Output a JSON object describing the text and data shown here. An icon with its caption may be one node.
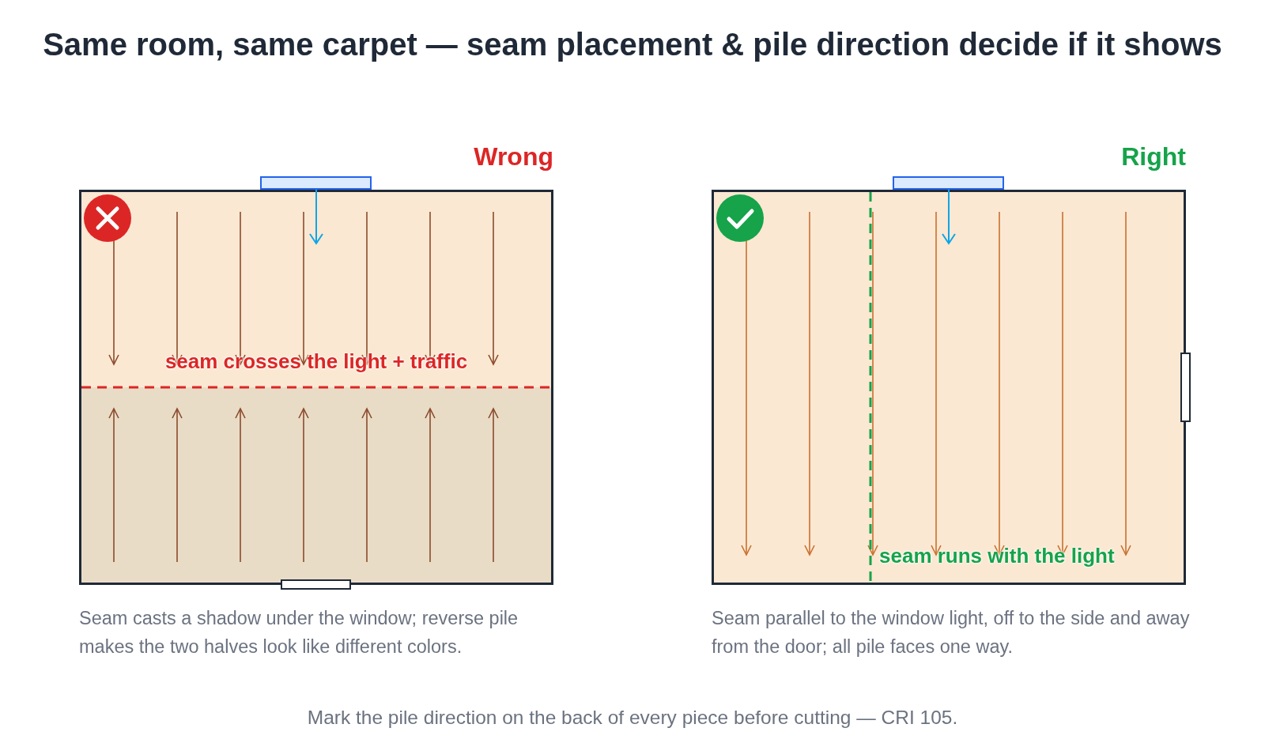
{
  "diagram": {
    "title": "Same room, same carpet — seam placement & pile direction decide if it shows",
    "nodes": [
      {
        "text": [
          "Wrong",
          "seam crosses the light + traffic"
        ],
        "beside": [
          "Seam casts a shadow under the window; reverse pile makes the two halves look like different colors."
        ]
      },
      {
        "text": [],
        "shape": "bar"
      },
      {
        "text": [],
        "shape": "bar"
      },
      {
        "text": [
          "Right",
          "seam runs with the light"
        ],
        "beside": [
          "Seam parallel to the window light, off to the side and away from the door; all pile faces one way."
        ]
      },
      {
        "text": [],
        "shape": "bar"
      },
      {
        "text": [],
        "shape": "bar"
      }
    ],
    "caption": "Mark the pile direction on the back of every piece before cutting — CRI 105."
  }
}
